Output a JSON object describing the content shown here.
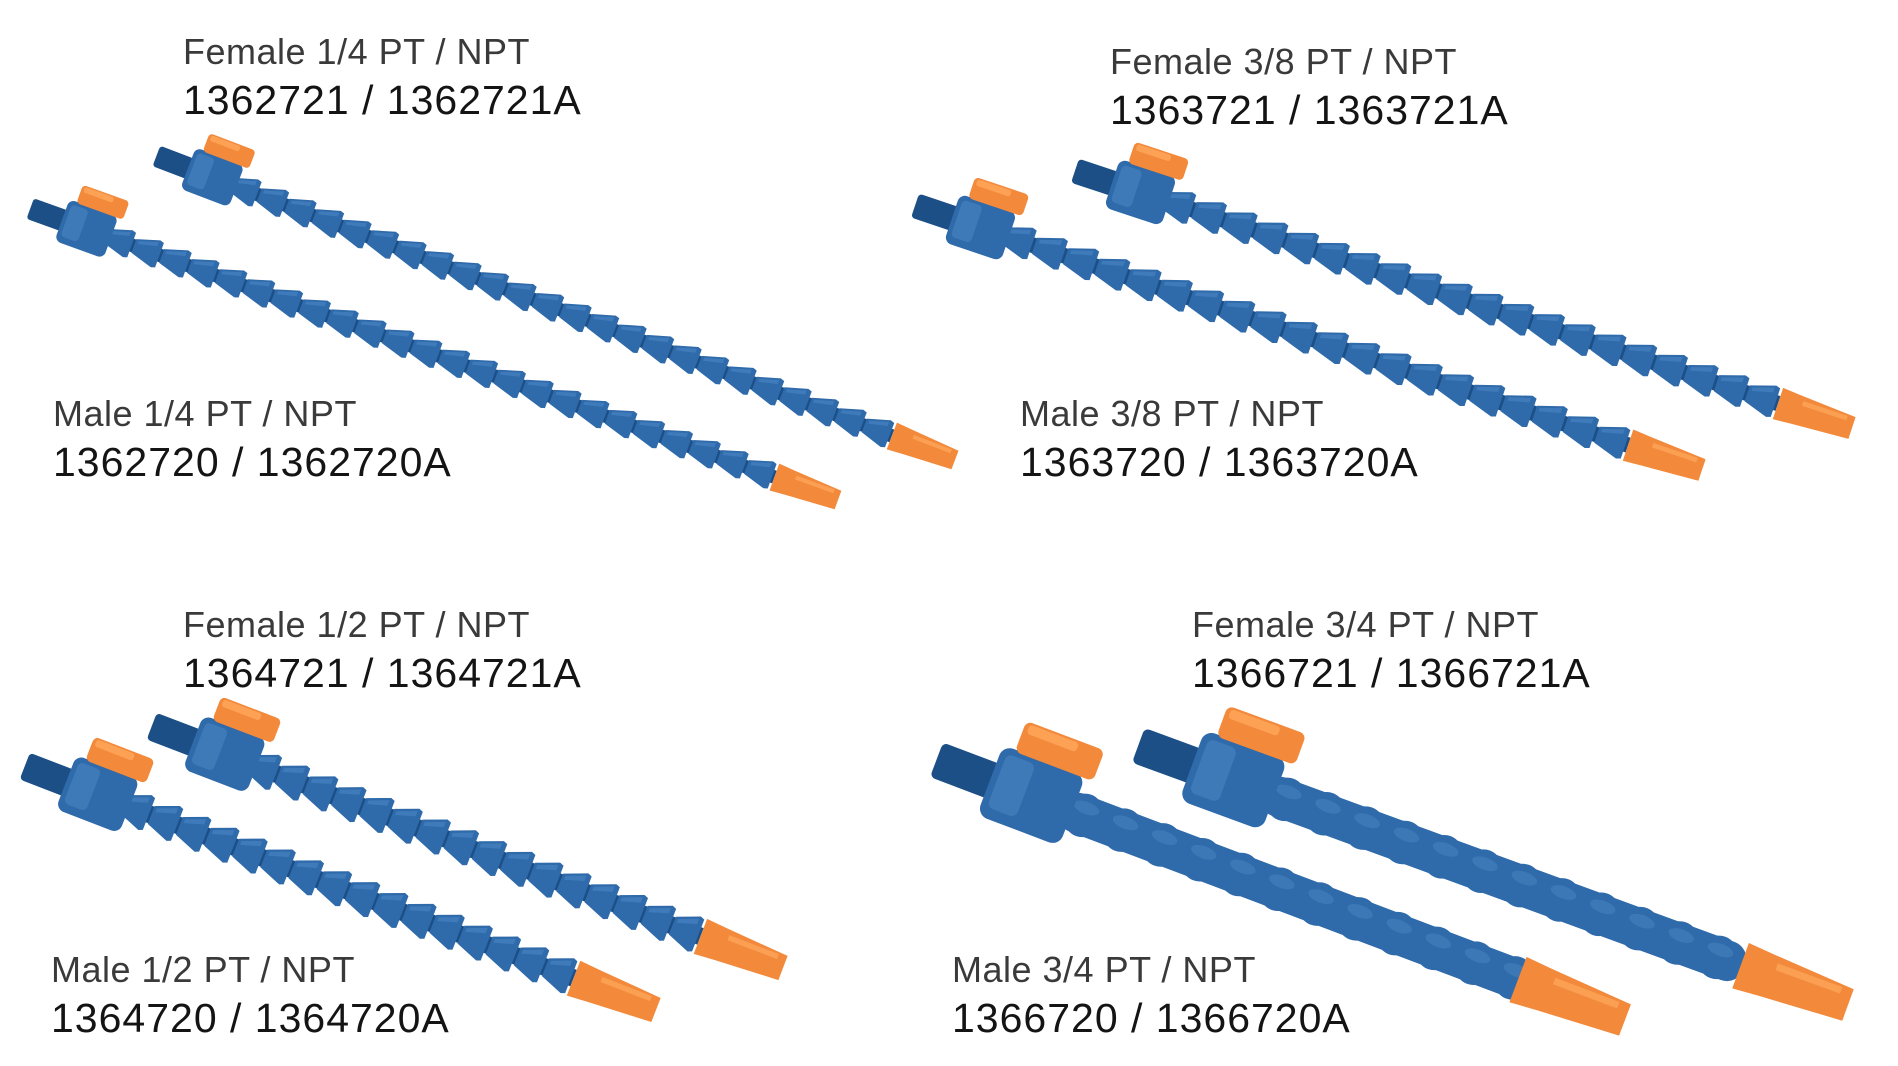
{
  "colors": {
    "hose": "#2f6aaa",
    "hose_dark": "#1c4f86",
    "hose_light": "#4d89c6",
    "fitting": "#f2893b",
    "fitting_light": "#ffa85d",
    "text": "#1d1d1b"
  },
  "groups": [
    {
      "id": "quarter",
      "female": {
        "spec": "Female 1/4 PT / NPT",
        "code": "1362721 / 1362721A"
      },
      "male": {
        "spec": "Male 1/4 PT / NPT",
        "code": "1362720 / 1362720A"
      }
    },
    {
      "id": "three-eighths",
      "female": {
        "spec": "Female 3/8 PT / NPT",
        "code": "1363721 / 1363721A"
      },
      "male": {
        "spec": "Male 3/8 PT / NPT",
        "code": "1363720 / 1363720A"
      }
    },
    {
      "id": "half",
      "female": {
        "spec": "Female 1/2 PT / NPT",
        "code": "1364721 / 1364721A"
      },
      "male": {
        "spec": "Male 1/2 PT / NPT",
        "code": "1364720 / 1364720A"
      }
    },
    {
      "id": "three-quarter",
      "female": {
        "spec": "Female 3/4 PT / NPT",
        "code": "1366721 / 1366721A"
      },
      "male": {
        "spec": "Male 3/4 PT / NPT",
        "code": "1366720 / 1366720A"
      }
    }
  ]
}
